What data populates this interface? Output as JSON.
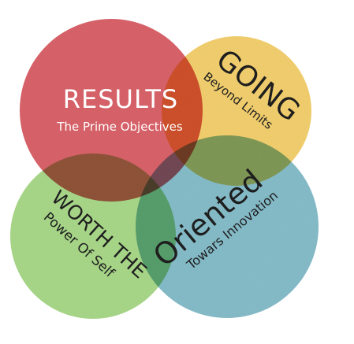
{
  "diagram": {
    "colors": {
      "red": "#d9646a",
      "yellow": "#f3cf6e",
      "green": "#a9d88a",
      "blue": "#86bcc9",
      "dark_text": "#1e1e1e",
      "light_text": "#ffffff"
    },
    "circles": {
      "results": {
        "title": "RESULTS",
        "subtitle": "The Prime Objectives"
      },
      "going": {
        "title": "GOING",
        "subtitle": "Beyond Limits"
      },
      "worth": {
        "title": "WORTH THE",
        "subtitle": "Power Of Self"
      },
      "oriented": {
        "title": "Oriented",
        "subtitle": "Towars Innovation"
      }
    }
  }
}
